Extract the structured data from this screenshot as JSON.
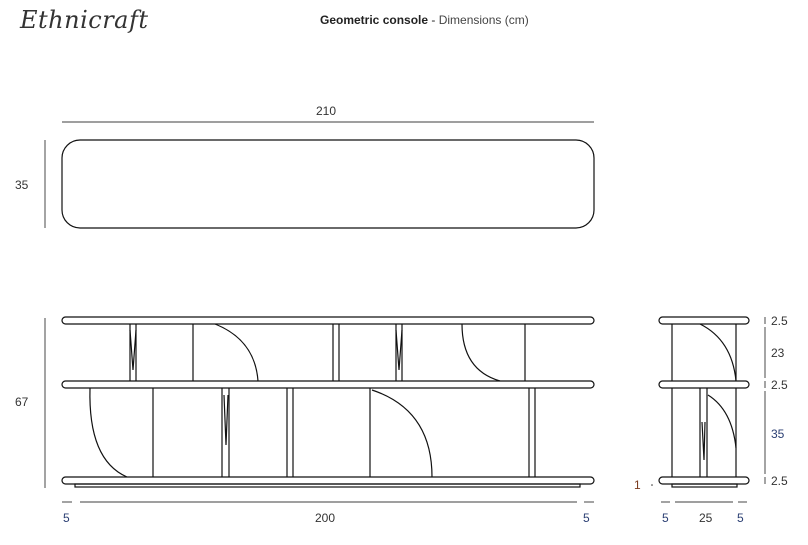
{
  "logo": "Ethnicraft",
  "title": {
    "product": "Geometric console",
    "separator": " - ",
    "subtitle": "Dimensions (cm)"
  },
  "top_view": {
    "width": "210",
    "depth": "35"
  },
  "front_view": {
    "height": "67",
    "left_margin": "5",
    "inner_width": "200",
    "right_margin": "5"
  },
  "side_view": {
    "left": "5",
    "depth": "25",
    "right": "5",
    "plinth": "1",
    "heights": [
      "2.5",
      "23",
      "2.5",
      "35",
      "2.5"
    ]
  },
  "colors": {
    "line": "#111111",
    "dim": "#555555",
    "accent_blue": "#2b3f73",
    "accent_brown": "#7a3b1f"
  }
}
